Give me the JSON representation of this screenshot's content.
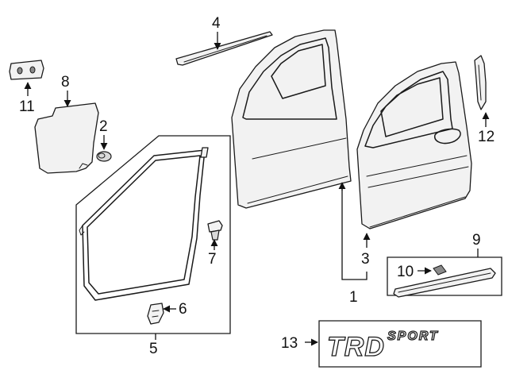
{
  "callouts": {
    "c1": "1",
    "c2": "2",
    "c3": "3",
    "c4": "4",
    "c5": "5",
    "c6": "6",
    "c7": "7",
    "c8": "8",
    "c9": "9",
    "c10": "10",
    "c11": "11",
    "c12": "12",
    "c13": "13"
  },
  "emblem": {
    "text_main": "TRD",
    "text_sub": "SPORT"
  }
}
